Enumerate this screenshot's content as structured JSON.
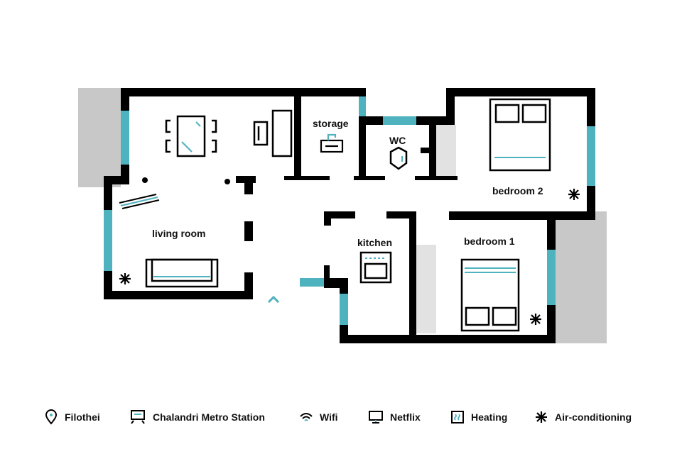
{
  "colors": {
    "wall": "#000000",
    "window": "#4fb2bf",
    "balcony": "#c8c8c8",
    "closet": "#e2e2e2",
    "text": "#111111"
  },
  "rooms": {
    "storage": "storage",
    "wc": "WC",
    "bedroom2": "bedroom 2",
    "living_room": "living room",
    "kitchen": "kitchen",
    "bedroom1": "bedroom 1"
  },
  "legend": [
    {
      "icon": "location-pin-icon",
      "label": "Filothei"
    },
    {
      "icon": "metro-station-icon",
      "label": "Chalandri Metro Station"
    },
    {
      "icon": "wifi-icon",
      "label": "Wifi"
    },
    {
      "icon": "tv-icon",
      "label": "Netflix"
    },
    {
      "icon": "heating-icon",
      "label": "Heating"
    },
    {
      "icon": "snowflake-icon",
      "label": "Air-conditioning"
    }
  ]
}
